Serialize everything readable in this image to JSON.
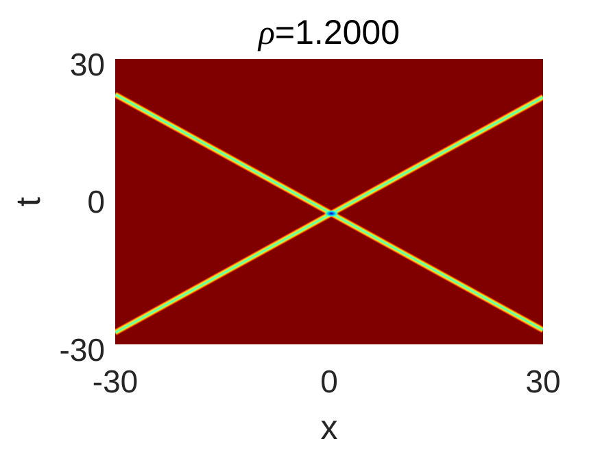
{
  "chart_data": {
    "type": "heatmap",
    "title_symbol": "ρ",
    "title_value": "=1.2000",
    "xlabel": "x",
    "ylabel": "t",
    "xlim": [
      -30,
      30
    ],
    "ylim": [
      -30,
      30
    ],
    "xticks": [
      "-30",
      "0",
      "30"
    ],
    "yticks": [
      "30",
      "0",
      "-30"
    ],
    "colormap": "jet",
    "background_color": "#800000",
    "grid": false,
    "colorbar": false,
    "features": [
      {
        "type": "soliton-line",
        "x": [
          -30,
          30
        ],
        "t": [
          22.5,
          -27.0
        ]
      },
      {
        "type": "soliton-line",
        "x": [
          -30,
          30
        ],
        "t": [
          -27.5,
          22.0
        ]
      }
    ],
    "collision": {
      "x": 0.3,
      "t": -2.5
    }
  }
}
